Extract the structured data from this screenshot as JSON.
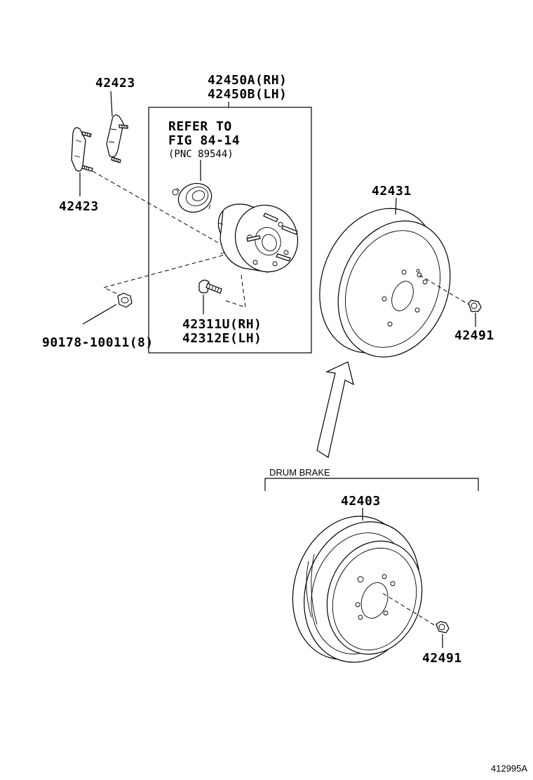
{
  "callouts": {
    "arm_upper": "42423",
    "arm_lower": "42423",
    "hub_rh": "42450A(RH)",
    "hub_lh": "42450B(LH)",
    "refer_line1": "REFER TO",
    "refer_line2": "FIG 84-14",
    "refer_line3": "(PNC 89544)",
    "bolt_rh": "42311U(RH)",
    "bolt_lh": "42312E(LH)",
    "nut": "90178-10011(8)",
    "disc": "42431",
    "disc_screw": "42491",
    "drum": "42403",
    "drum_screw": "42491"
  },
  "drum_brake_label": "DRUM BRAKE",
  "figure_id": "412995A"
}
